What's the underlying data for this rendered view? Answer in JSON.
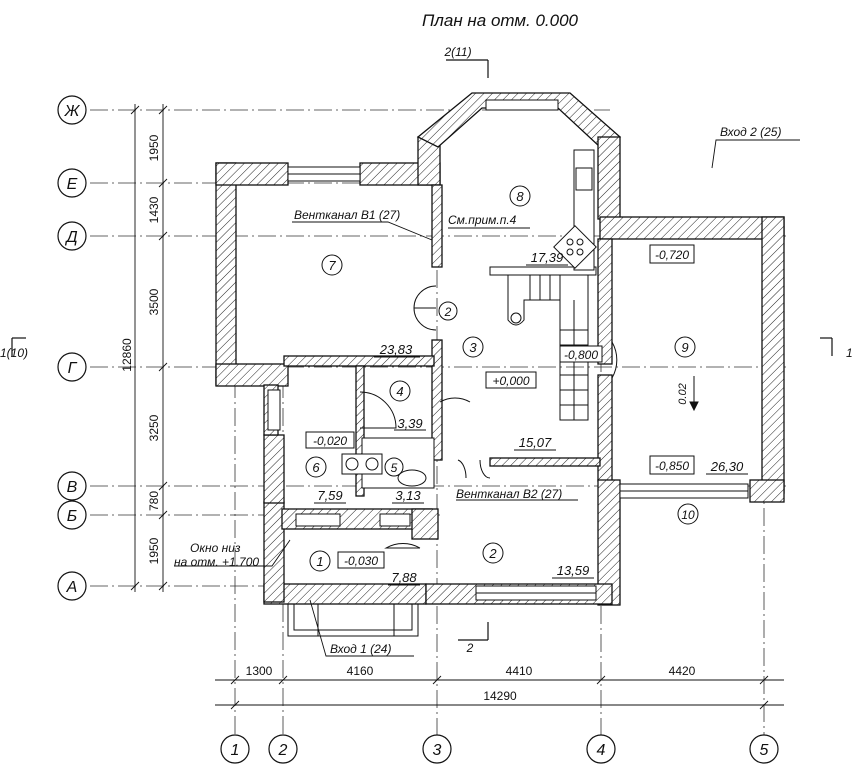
{
  "title": "План на отм. 0.000",
  "section_marks": {
    "top": "2(11)",
    "bottom": "2",
    "left": "1(10)",
    "right": "1"
  },
  "axes_rows": [
    "Ж",
    "Е",
    "Д",
    "Г",
    "В",
    "Б",
    "А"
  ],
  "axes_cols": [
    "1",
    "2",
    "3",
    "4",
    "5"
  ],
  "dims_vertical": {
    "total": "12860",
    "d1": "1950",
    "d2": "1430",
    "d3": "3500",
    "d4": "3250",
    "d5": "780",
    "d6": "1950"
  },
  "dims_horizontal": {
    "d1": "1300",
    "d2": "4160",
    "d3": "4410",
    "d4": "4420",
    "total": "14290"
  },
  "rooms": {
    "r1": "1",
    "r2a": "2",
    "r2b": "2",
    "r3": "3",
    "r4": "4",
    "r5": "5",
    "r6": "6",
    "r7": "7",
    "r8": "8",
    "r9": "9",
    "r10": "10"
  },
  "areas": {
    "a7": "23,83",
    "a8": "17,39",
    "a4": "3,39",
    "a3": "15,07",
    "a6": "7,59",
    "a5": "3,13",
    "a1": "7,88",
    "a2": "13,59",
    "a9": "26,30"
  },
  "levels": {
    "l_0720": "-0,720",
    "l_0800": "-0,800",
    "l_zero": "+0,000",
    "l_0020": "-0,020",
    "l_0850": "-0,850",
    "l_0030": "-0,030",
    "slope": "0.02"
  },
  "notes": {
    "vent_b1": "Вентканал В1 (27)",
    "note4": "См.прим.п.4",
    "vent_b2": "Вентканал В2 (27)",
    "entry2": "Вход 2 (25)",
    "entry1": "Вход 1 (24)",
    "window1": "Окно низ",
    "window2": "на отм. +1.700"
  }
}
